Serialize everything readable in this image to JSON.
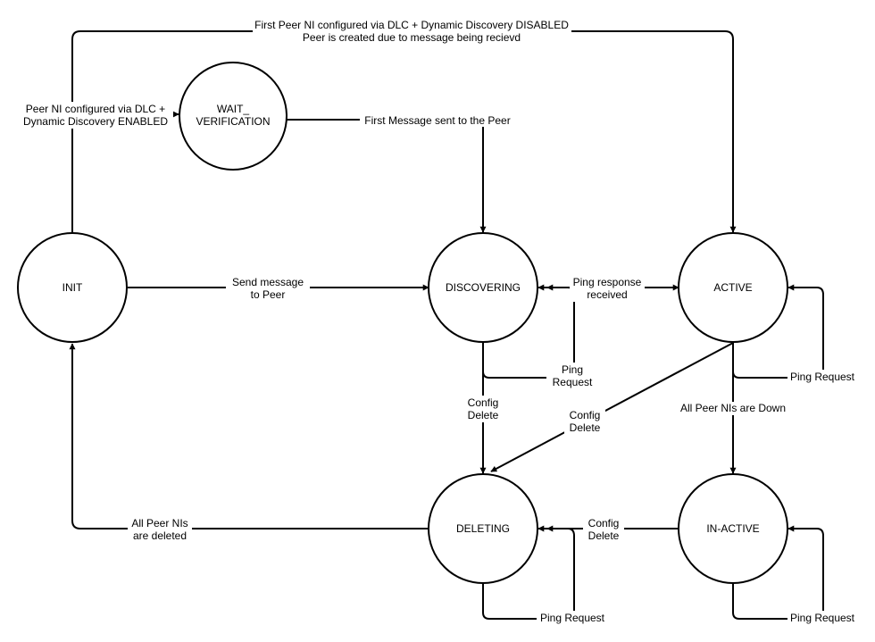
{
  "states": {
    "init": "INIT",
    "wait_verification": [
      "WAIT_",
      "VERIFICATION"
    ],
    "discovering": "DISCOVERING",
    "active": "ACTIVE",
    "deleting": "DELETING",
    "inactive": "IN-ACTIVE"
  },
  "transitions": {
    "init_to_active": [
      "First Peer NI configured via DLC + Dynamic Discovery DISABLED",
      "Peer is created due to message being recievd"
    ],
    "init_to_wait": [
      "Peer NI configured via DLC +",
      "Dynamic Discovery ENABLED"
    ],
    "wait_to_discovering": "First Message sent to the Peer",
    "init_to_discovering": [
      "Send message",
      "to Peer"
    ],
    "discovering_to_active": [
      "Ping response",
      "received"
    ],
    "discovering_self": [
      "Ping",
      "Request"
    ],
    "active_self": "Ping Request",
    "discovering_to_deleting": [
      "Config",
      "Delete"
    ],
    "active_to_deleting": [
      "Config",
      "Delete"
    ],
    "active_to_inactive": "All Peer NIs are Down",
    "deleting_to_init": [
      "All Peer NIs",
      "are deleted"
    ],
    "inactive_to_deleting": [
      "Config",
      "Delete"
    ],
    "deleting_self": "Ping Request",
    "inactive_self": "Ping Request"
  }
}
